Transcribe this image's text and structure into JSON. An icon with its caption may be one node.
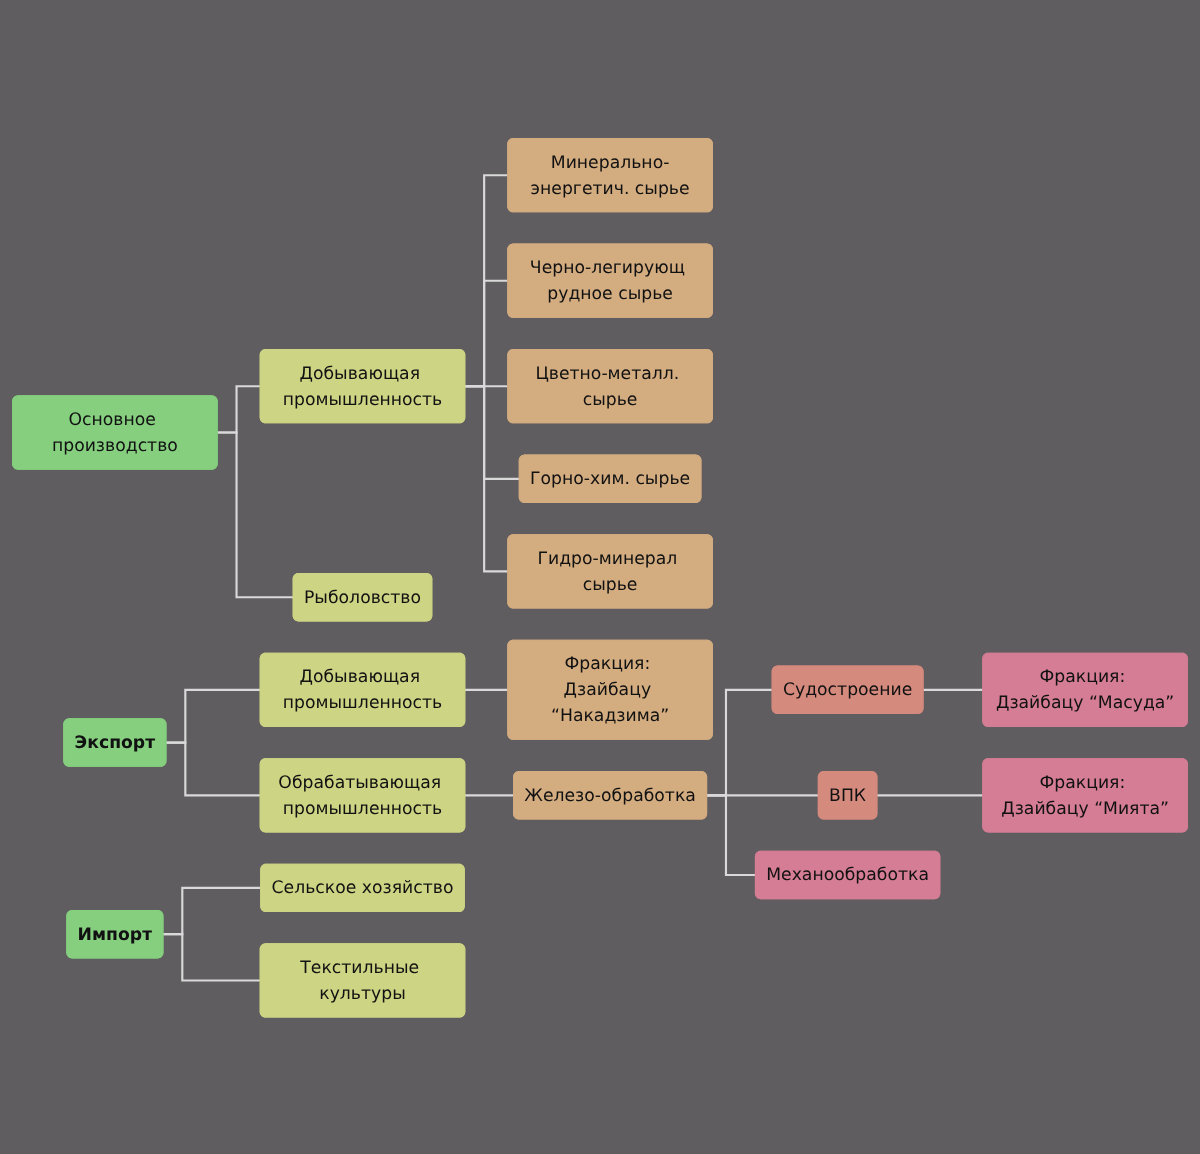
{
  "diagram": {
    "nodes": [
      {
        "text": [
          "Основное производство"
        ]
      },
      {
        "text": [
          "Добывающая промышленность"
        ]
      },
      {
        "text": [
          "Минерально-энергетич. сырье"
        ]
      },
      {
        "text": [
          "Черно-легирующ рудное сырье"
        ]
      },
      {
        "text": [
          "Цветно-металл. сырье"
        ]
      },
      {
        "text": [
          "Горно-хим. сырье"
        ]
      },
      {
        "text": [
          "Гидро-минерал сырье"
        ]
      },
      {
        "text": [
          "Рыболовство"
        ]
      },
      {
        "text": [
          "Экспорт"
        ]
      },
      {
        "text": [
          "Добывающая промышленность"
        ]
      },
      {
        "text": [
          "Фракция: Дзайбацу “Накадзима”"
        ]
      },
      {
        "text": [
          "Обрабатывающая промышленность"
        ]
      },
      {
        "text": [
          "Железо-обработка"
        ]
      },
      {
        "text": [
          "Фракция: Дзайбацу “Масуда”"
        ]
      },
      {
        "text": [
          "Судостроение"
        ]
      },
      {
        "text": [
          "ВПК"
        ]
      },
      {
        "text": [
          "Механообработка"
        ]
      },
      {
        "text": [
          "Фракция: Дзайбацу “Мията”"
        ]
      },
      {
        "text": [
          "Импорт"
        ]
      },
      {
        "text": [
          "Сельское хозяйство"
        ]
      },
      {
        "text": [
          "Текстильные культуры"
        ]
      }
    ],
    "edges": [
      {
        "from": 0,
        "to": 1,
        "arrow": "none"
      },
      {
        "from": 0,
        "to": 7,
        "arrow": "none"
      },
      {
        "from": 1,
        "to": 2,
        "arrow": "none"
      },
      {
        "from": 1,
        "to": 3,
        "arrow": "none"
      },
      {
        "from": 1,
        "to": 4,
        "arrow": "none"
      },
      {
        "from": 1,
        "to": 5,
        "arrow": "none"
      },
      {
        "from": 1,
        "to": 6,
        "arrow": "none"
      },
      {
        "from": 8,
        "to": 9,
        "arrow": "none"
      },
      {
        "from": 9,
        "to": 10,
        "arrow": "none"
      },
      {
        "from": 8,
        "to": 11,
        "arrow": "none"
      },
      {
        "from": 11,
        "to": 12,
        "arrow": "none"
      },
      {
        "from": 12,
        "to": 14,
        "arrow": "none"
      },
      {
        "from": 14,
        "to": 13,
        "arrow": "none"
      },
      {
        "from": 12,
        "to": 15,
        "arrow": "none"
      },
      {
        "from": 12,
        "to": 16,
        "arrow": "none"
      },
      {
        "from": 15,
        "to": 17,
        "arrow": "none"
      },
      {
        "from": 18,
        "to": 19,
        "arrow": "none"
      },
      {
        "from": 18,
        "to": 20,
        "arrow": "none"
      }
    ]
  }
}
